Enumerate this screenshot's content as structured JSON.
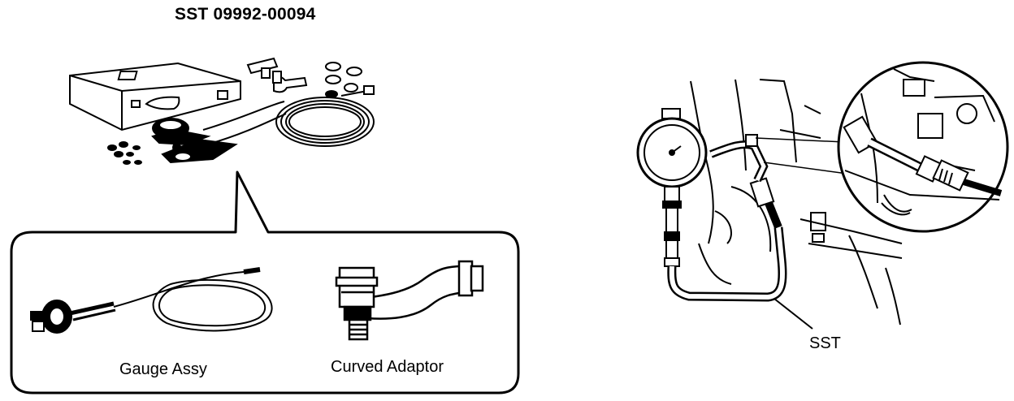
{
  "diagram": {
    "title": "SST 09992-00094",
    "callout": {
      "left_item": "Gauge Assy",
      "right_item": "Curved Adaptor"
    },
    "installed_label": "SST"
  }
}
